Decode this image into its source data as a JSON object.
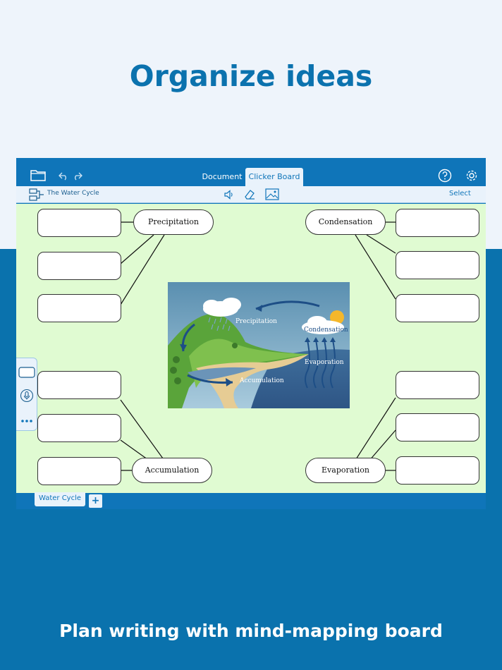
{
  "headline": "Organize ideas",
  "footline": "Plan writing with mind-mapping board",
  "app": {
    "toolbar": {
      "folder_icon": "folder-icon",
      "undo_icon": "undo-icon",
      "redo_icon": "redo-icon",
      "tabs": [
        {
          "label": "Document",
          "active": false
        },
        {
          "label": "Clicker Board",
          "active": true
        }
      ],
      "help_icon": "help-icon",
      "settings_icon": "gear-icon"
    },
    "subbar": {
      "board_title": "The Water Cycle",
      "select_label": "Select"
    },
    "board": {
      "nodes": {
        "precipitation": "Precipitation",
        "condensation": "Condensation",
        "accumulation": "Accumulation",
        "evaporation": "Evaporation"
      },
      "scene_labels": {
        "precipitation": "Precipitation",
        "condensation": "Condensation",
        "evaporation": "Evaporation",
        "accumulation": "Accumulation"
      }
    },
    "bottom": {
      "sheet_tab": "Water Cycle",
      "add_label": "+"
    },
    "colors": {
      "brand_blue": "#0f75b9",
      "canvas_green": "#e0fbd2",
      "headline_blue": "#0b72ae"
    }
  }
}
